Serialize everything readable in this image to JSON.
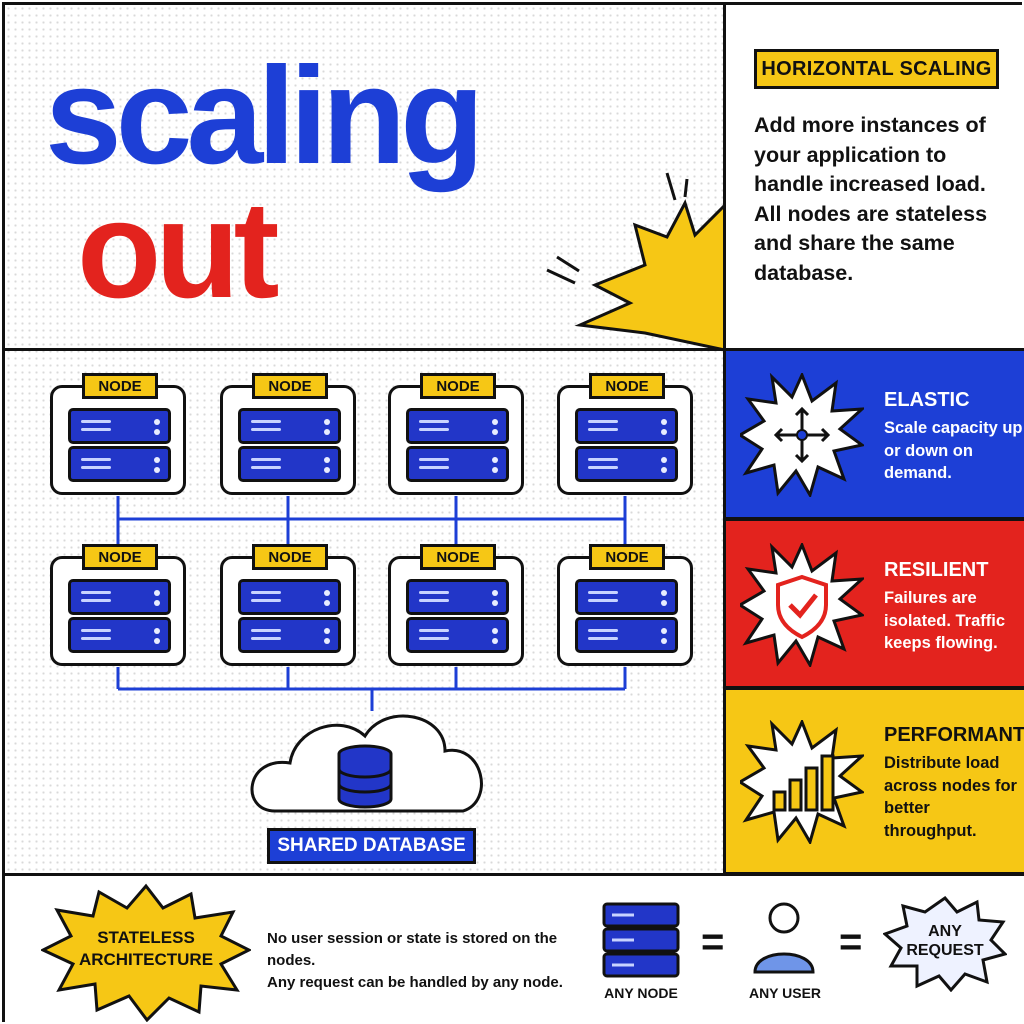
{
  "hero": {
    "title_line1": "scaling",
    "title_line2": "out"
  },
  "intro": {
    "tag": "HORIZONTAL SCALING",
    "text": "Add more instances of your application to handle increased load. All nodes are stateless and share the same database."
  },
  "diagram": {
    "node_label": "NODE",
    "nodes": [
      "NODE",
      "NODE",
      "NODE",
      "NODE",
      "NODE",
      "NODE",
      "NODE",
      "NODE"
    ],
    "database_label": "SHARED DATABASE"
  },
  "features": [
    {
      "title": "ELASTIC",
      "text": "Scale capacity up or down on demand.",
      "icon": "arrows-expand-icon",
      "color": "#1d3fd6"
    },
    {
      "title": "RESILIENT",
      "text": "Failures are isolated. Traffic keeps flowing.",
      "icon": "shield-check-icon",
      "color": "#e3231e"
    },
    {
      "title": "PERFORMANT",
      "text": "Distribute load across nodes for better throughput.",
      "icon": "bar-chart-icon",
      "color": "#f6c715"
    }
  ],
  "footer": {
    "badge_line1": "STATELESS",
    "badge_line2": "ARCHITECTURE",
    "text_line1": "No user session or state is stored on the nodes.",
    "text_line2": "Any request can be handled by any node.",
    "any_node": "ANY NODE",
    "any_user": "ANY USER",
    "request_line1": "ANY",
    "request_line2": "REQUEST",
    "equals": "="
  },
  "colors": {
    "blue": "#1d3fd6",
    "red": "#e3231e",
    "yellow": "#f6c715",
    "black": "#111111"
  }
}
